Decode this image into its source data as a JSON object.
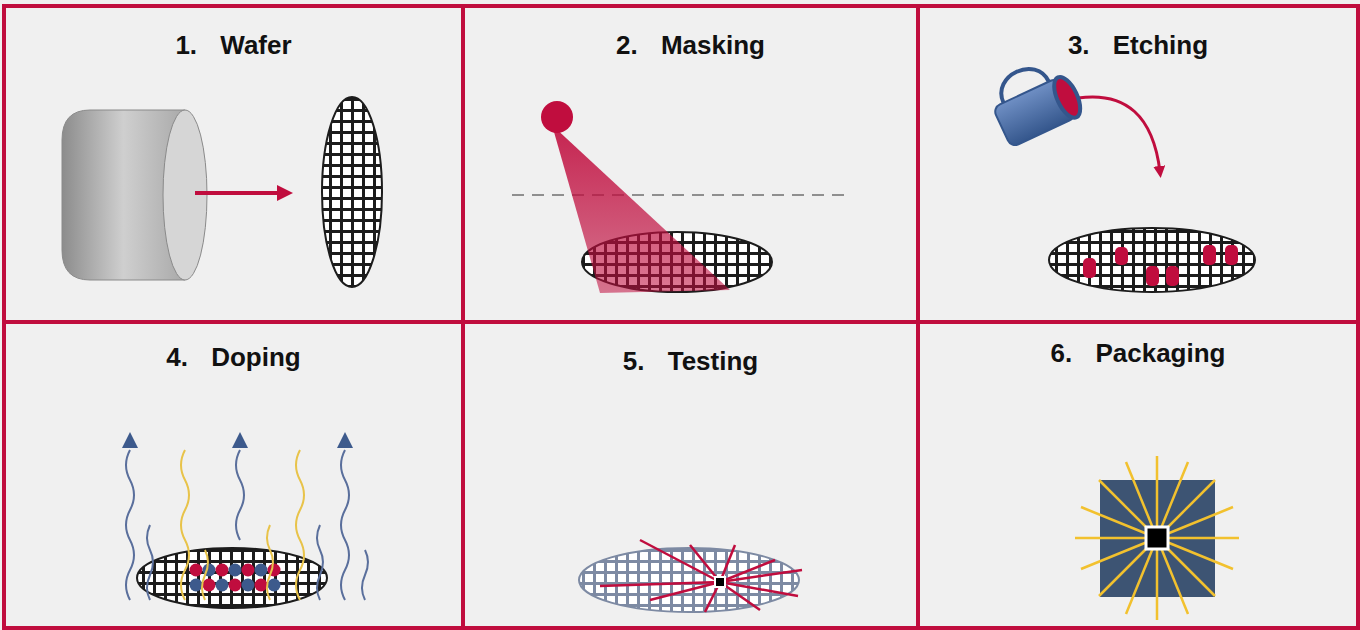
{
  "diagram": {
    "nodes": [
      {
        "text": [
          "1. Wafer"
        ]
      },
      {
        "text": [
          "2. Masking"
        ]
      },
      {
        "text": [
          "3. Etching"
        ]
      },
      {
        "text": [
          "4. Doping"
        ]
      },
      {
        "text": [
          "5. Testing"
        ]
      },
      {
        "text": [
          "6. Packaging"
        ]
      }
    ]
  }
}
